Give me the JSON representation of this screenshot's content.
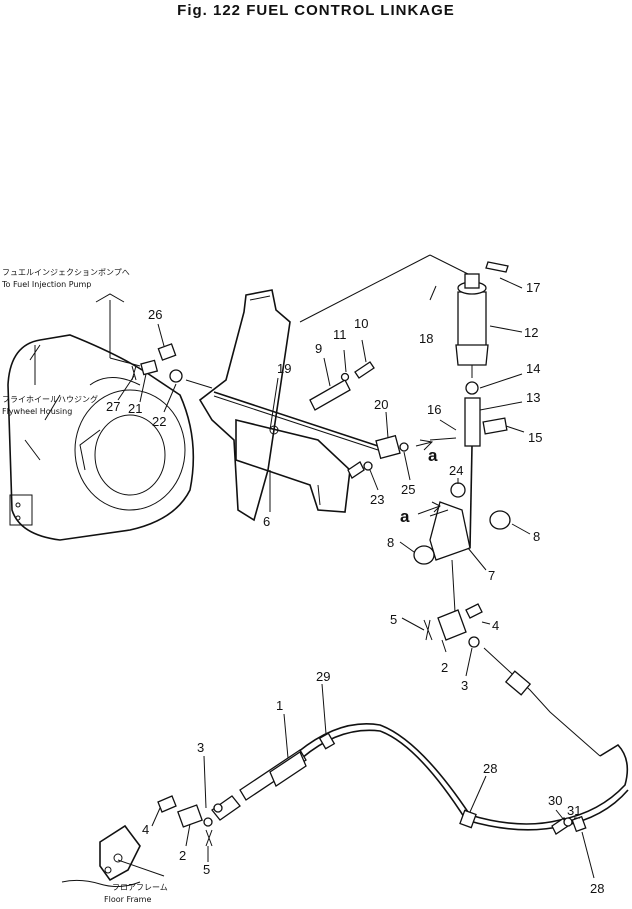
{
  "title": "Fig. 122   FUEL CONTROL LINKAGE",
  "captions": {
    "injection_jp": "フュエルインジェクションポンプへ",
    "injection_en": "To Fuel Injection Pump",
    "flywheel_jp": "フライホイールハウジング",
    "flywheel_en": "Flywheel Housing",
    "floor_jp": "フロアフレーム",
    "floor_en": "Floor Frame"
  },
  "callouts": [
    "1",
    "2",
    "2",
    "3",
    "3",
    "4",
    "4",
    "5",
    "5",
    "6",
    "7",
    "8",
    "8",
    "9",
    "10",
    "11",
    "12",
    "13",
    "14",
    "15",
    "16",
    "17",
    "18",
    "19",
    "20",
    "21",
    "22",
    "23",
    "24",
    "25",
    "26",
    "27",
    "28",
    "28",
    "29",
    "30",
    "31"
  ],
  "view_markers": [
    "a",
    "a"
  ]
}
